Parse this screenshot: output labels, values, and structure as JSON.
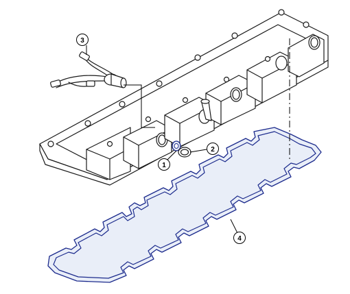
{
  "callouts": [
    {
      "id": "1",
      "label": "1"
    },
    {
      "id": "2",
      "label": "2"
    },
    {
      "id": "3",
      "label": "3"
    },
    {
      "id": "4",
      "label": "4"
    }
  ],
  "colors": {
    "line": "#1a1a1a",
    "highlight": "#1b2a8c",
    "highlight_fill": "#e9eef8",
    "background": "#ffffff"
  },
  "parts": [
    {
      "callout": "1",
      "part": "o-ring-seal-small",
      "highlighted": true
    },
    {
      "callout": "2",
      "part": "seal-ring",
      "highlighted": false
    },
    {
      "callout": "3",
      "part": "wiring-harness-connector",
      "highlighted": false
    },
    {
      "callout": "4",
      "part": "valve-cover-gasket",
      "highlighted": true
    }
  ]
}
